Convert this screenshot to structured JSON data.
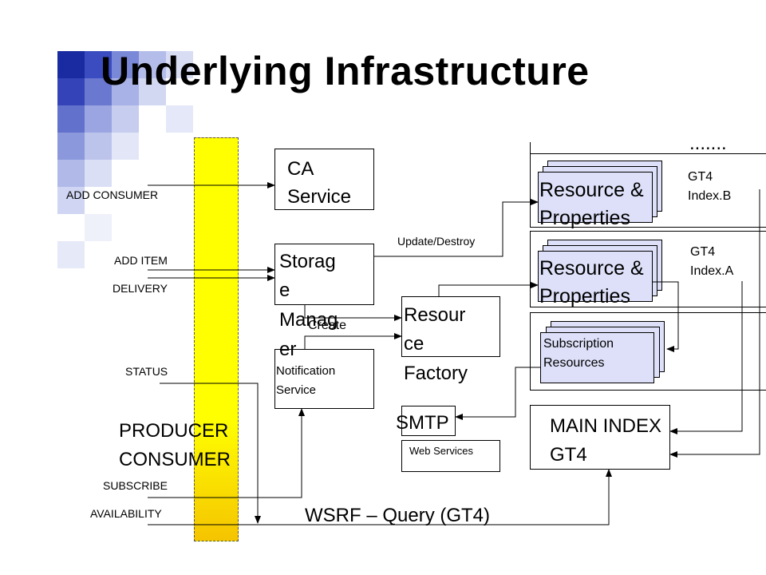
{
  "title": "Underlying Infrastructure",
  "left_labels": {
    "add_consumer": "ADD CONSUMER",
    "add_item": "ADD ITEM",
    "delivery": "DELIVERY",
    "status": "STATUS",
    "subscribe": "SUBSCRIBE",
    "availability": "AVAILABILITY"
  },
  "producer": "PRODUCER",
  "consumer": "CONSUMER",
  "ca_service": [
    "CA",
    "Service"
  ],
  "storage_manager": [
    "Storag",
    "e",
    "Manag",
    "er"
  ],
  "create": "Create",
  "notification_service": [
    "Notification",
    "Service"
  ],
  "resource_factory": [
    "Resour",
    "ce",
    "Factory"
  ],
  "update_destroy": "Update/Destroy",
  "resource_properties": [
    "Resource &",
    "Properties"
  ],
  "gt4_index_b": [
    "GT4",
    "Index.B"
  ],
  "gt4_index_a": [
    "GT4",
    "Index.A"
  ],
  "dots": ".......",
  "subscription_resources": [
    "Subscription",
    "Resources"
  ],
  "smtp": "SMTP",
  "web_services": "Web Services",
  "main_index": [
    "MAIN INDEX",
    "GT4"
  ],
  "wsrf": "WSRF – Query (GT4)",
  "colors": {
    "yellow_bar": "#ffff00",
    "gold_bottom": "#f5c400",
    "stack_fill": "#dde0f8",
    "deco_blue": "#1f2fa8"
  }
}
